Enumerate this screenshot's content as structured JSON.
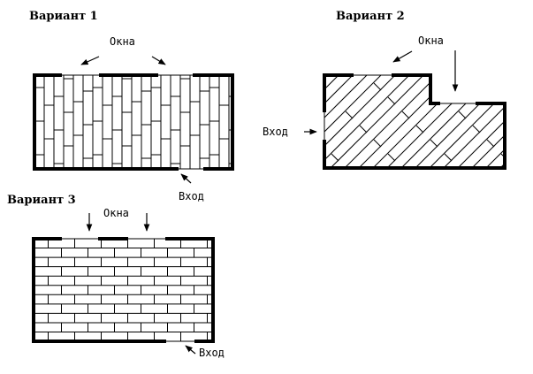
{
  "variants": [
    {
      "title": "Вариант 1",
      "windows_label": "Окна",
      "entrance_label": "Вход"
    },
    {
      "title": "Вариант 2",
      "windows_label": "Окна",
      "entrance_label": "Вход"
    },
    {
      "title": "Вариант 3",
      "windows_label": "Окна",
      "entrance_label": "Вход"
    }
  ]
}
